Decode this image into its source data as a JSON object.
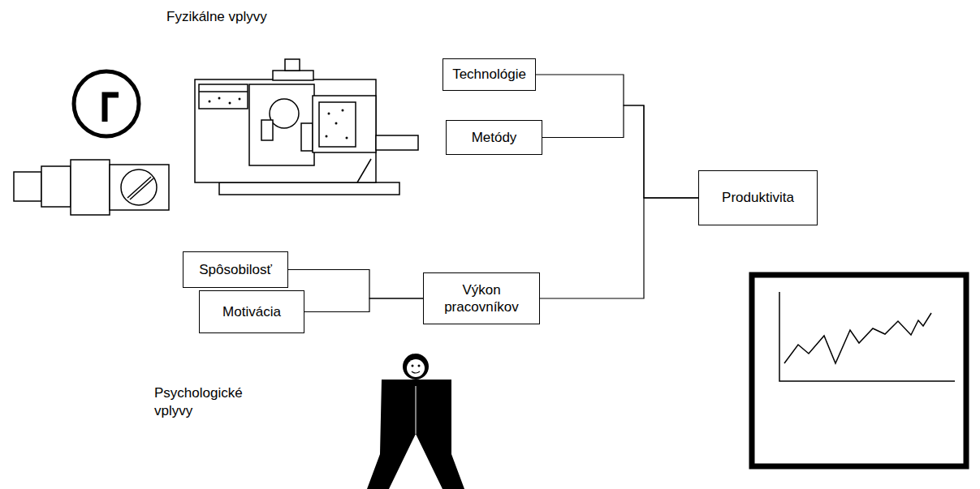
{
  "diagram": {
    "nodes": [
      {
        "text": [
          "Technológie"
        ]
      },
      {
        "text": [
          "Metódy"
        ]
      },
      {
        "text": [
          "Produktivita"
        ]
      },
      {
        "text": [
          "Spôsobilosť"
        ]
      },
      {
        "text": [
          "Motivácia"
        ]
      },
      {
        "text": [
          "Výkon pracovníkov"
        ]
      }
    ],
    "edges": [
      {
        "from": 0,
        "to": 2,
        "arrow": "none"
      },
      {
        "from": 1,
        "to": 2,
        "arrow": "none"
      },
      {
        "from": 3,
        "to": 5,
        "arrow": "none"
      },
      {
        "from": 4,
        "to": 5,
        "arrow": "none"
      },
      {
        "from": 5,
        "to": 2,
        "arrow": "none"
      }
    ],
    "labels": [
      "Fyzikálne vplyvy",
      "Psychologické vplyvy"
    ]
  }
}
